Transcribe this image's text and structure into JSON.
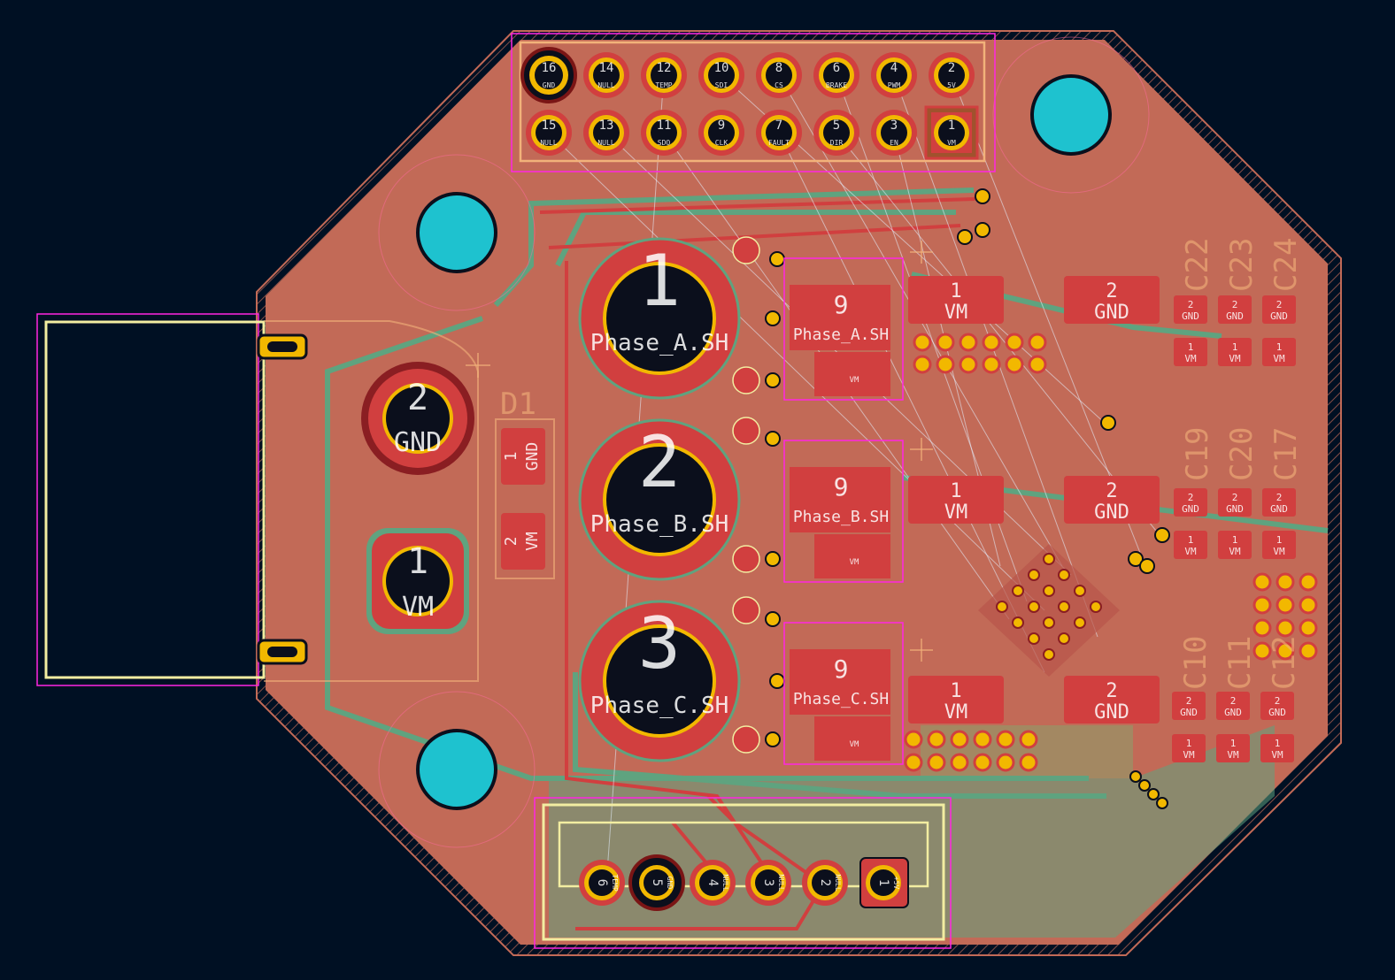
{
  "colors": {
    "background": "#001023",
    "board_fill": "#c26a57",
    "inner_copper": "#5fa37f",
    "copper_red": "#d13f3f",
    "pad_gold": "#f2b800",
    "mounting_hole": "#1ec2cf",
    "edge_cuts": "#f2eda1",
    "courtyard": "#ff26e2",
    "ratsnest": "#e6f0ff",
    "drill": "#0b0f1c"
  },
  "header_top": {
    "pins": [
      {
        "num": "16",
        "name": "GND"
      },
      {
        "num": "14",
        "name": "NULL"
      },
      {
        "num": "12",
        "name": "TEMP"
      },
      {
        "num": "10",
        "name": "SDI"
      },
      {
        "num": "8",
        "name": "CS"
      },
      {
        "num": "6",
        "name": "BRAKE"
      },
      {
        "num": "4",
        "name": "PWM"
      },
      {
        "num": "2",
        "name": "5V"
      },
      {
        "num": "15",
        "name": "NULL"
      },
      {
        "num": "13",
        "name": "NULL"
      },
      {
        "num": "11",
        "name": "SDO"
      },
      {
        "num": "9",
        "name": "CLK"
      },
      {
        "num": "7",
        "name": "FAULT"
      },
      {
        "num": "5",
        "name": "DIR"
      },
      {
        "num": "3",
        "name": "EN"
      },
      {
        "num": "1",
        "name": "VM"
      }
    ]
  },
  "phase_pads": [
    {
      "num": "1",
      "net": "Phase_A.SH"
    },
    {
      "num": "2",
      "net": "Phase_B.SH"
    },
    {
      "num": "3",
      "net": "Phase_C.SH"
    }
  ],
  "fets": [
    {
      "num": "9",
      "net": "Phase_A.SH",
      "vm": "VM"
    },
    {
      "num": "9",
      "net": "Phase_B.SH",
      "vm": "VM"
    },
    {
      "num": "9",
      "net": "Phase_C.SH",
      "vm": "VM"
    }
  ],
  "power_pads": {
    "gnd": {
      "num": "2",
      "net": "GND"
    },
    "vm": {
      "num": "1",
      "net": "VM"
    }
  },
  "diode": {
    "ref": "D1",
    "pad1": {
      "num": "1",
      "net": "GND"
    },
    "pad2": {
      "num": "2",
      "net": "VM"
    }
  },
  "bulk_caps": [
    {
      "p1": {
        "num": "1",
        "net": "VM"
      },
      "p2": {
        "num": "2",
        "net": "GND"
      }
    },
    {
      "p1": {
        "num": "1",
        "net": "VM"
      },
      "p2": {
        "num": "2",
        "net": "GND"
      }
    },
    {
      "p1": {
        "num": "1",
        "net": "VM"
      },
      "p2": {
        "num": "2",
        "net": "GND"
      }
    }
  ],
  "cap_groups": [
    {
      "refs": [
        "C22",
        "C23",
        "C24"
      ]
    },
    {
      "refs": [
        "C19",
        "C20",
        "C17"
      ]
    },
    {
      "refs": [
        "C10",
        "C11",
        "C12"
      ]
    }
  ],
  "small_cap": {
    "gnd": {
      "num": "2",
      "net": "GND"
    },
    "vm": {
      "num": "1",
      "net": "VM"
    }
  },
  "header_bottom": {
    "pins": [
      {
        "num": "6",
        "name": "TEMP"
      },
      {
        "num": "5",
        "name": "GND"
      },
      {
        "num": "4",
        "name": "NULL"
      },
      {
        "num": "3",
        "name": "NULL"
      },
      {
        "num": "2",
        "name": "NULL"
      },
      {
        "num": "1",
        "name": "+5V"
      }
    ]
  }
}
